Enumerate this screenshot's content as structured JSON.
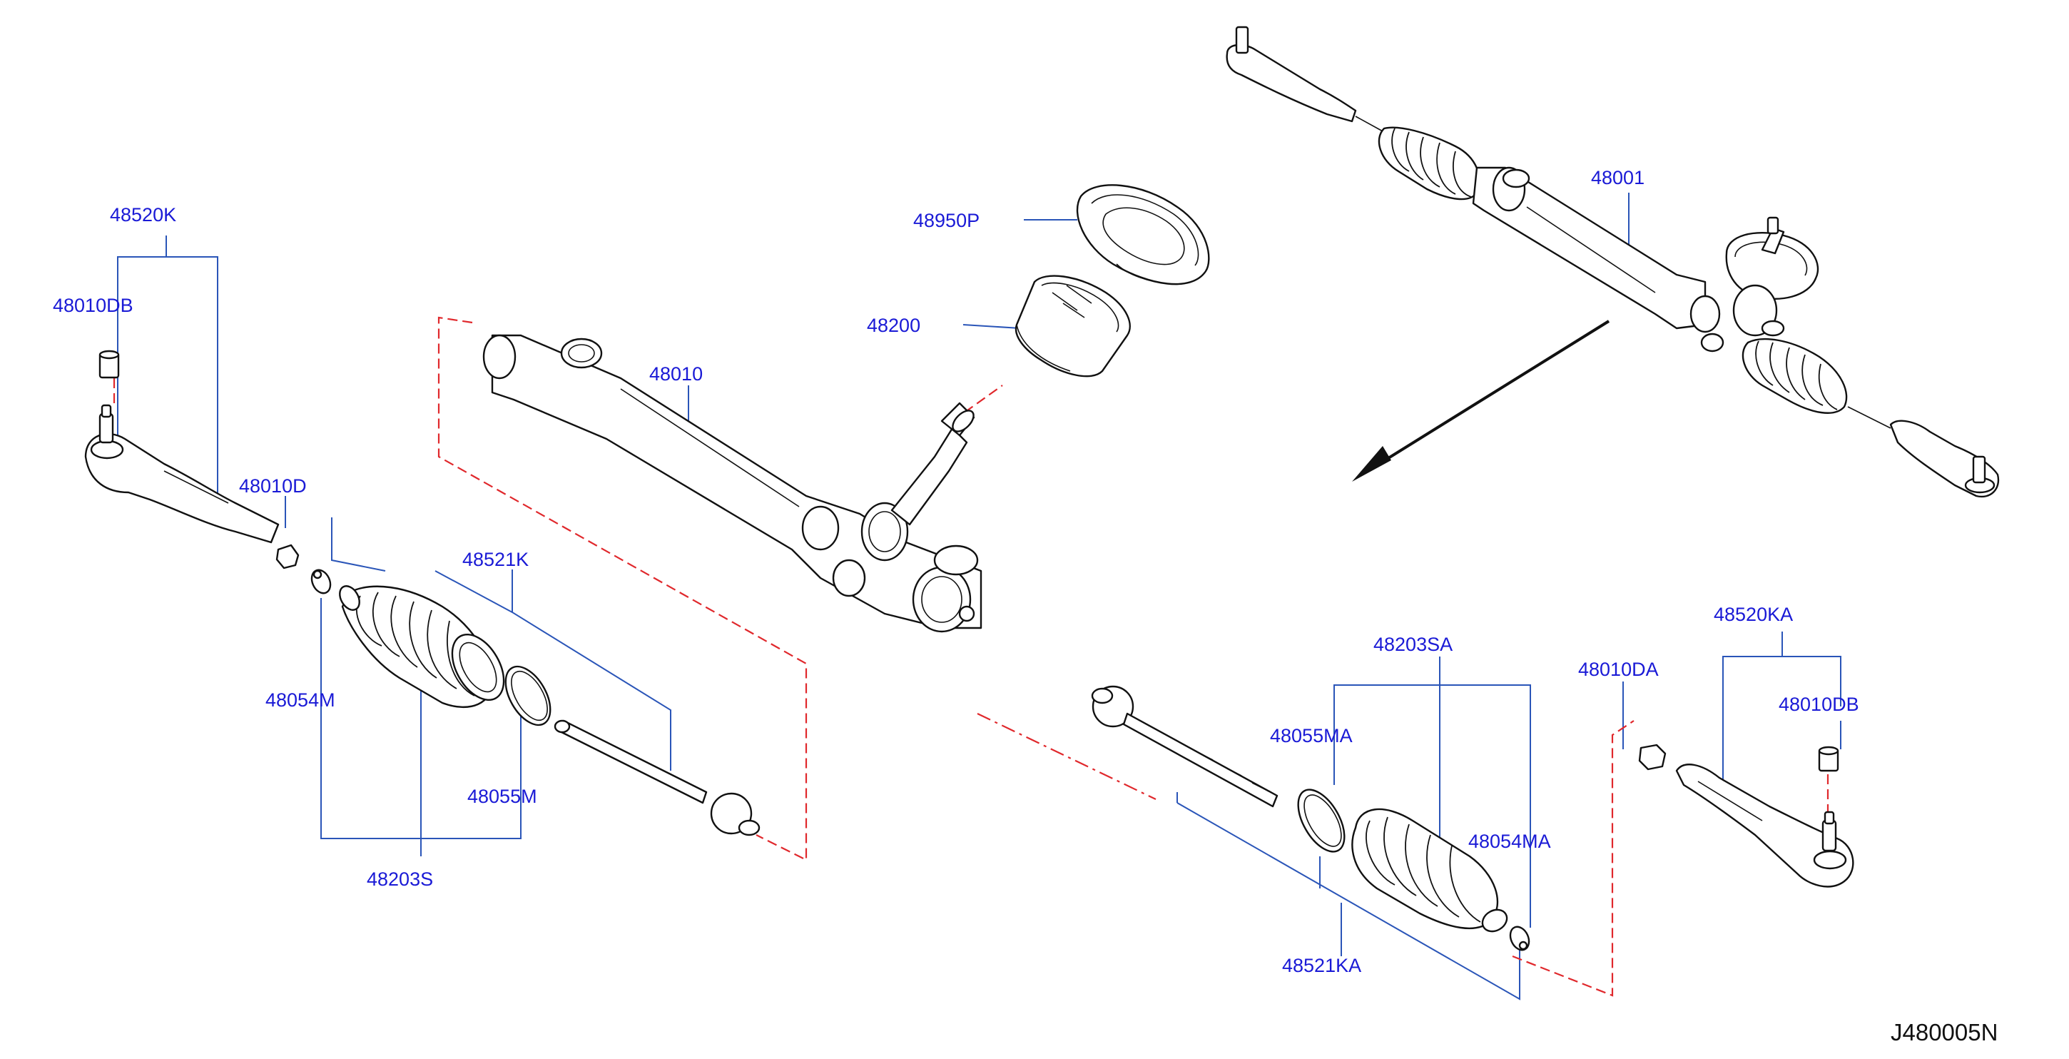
{
  "diagram": {
    "drawing_code": "J480005N",
    "colors": {
      "label": "#1a1ad6",
      "leader": "#2a55b8",
      "centerline": "#e0282c",
      "part_outline": "#111111"
    },
    "labels": {
      "p48520K": "48520K",
      "p48010DB_left": "48010DB",
      "p48010D": "48010D",
      "p48521K": "48521K",
      "p48054M": "48054M",
      "p48055M": "48055M",
      "p48203S": "48203S",
      "p48950P": "48950P",
      "p48200": "48200",
      "p48010": "48010",
      "p48001": "48001",
      "p48203SA": "48203SA",
      "p48055MA": "48055MA",
      "p48054MA": "48054MA",
      "p48521KA": "48521KA",
      "p48010DA": "48010DA",
      "p48520KA": "48520KA",
      "p48010DB_right": "48010DB"
    }
  }
}
